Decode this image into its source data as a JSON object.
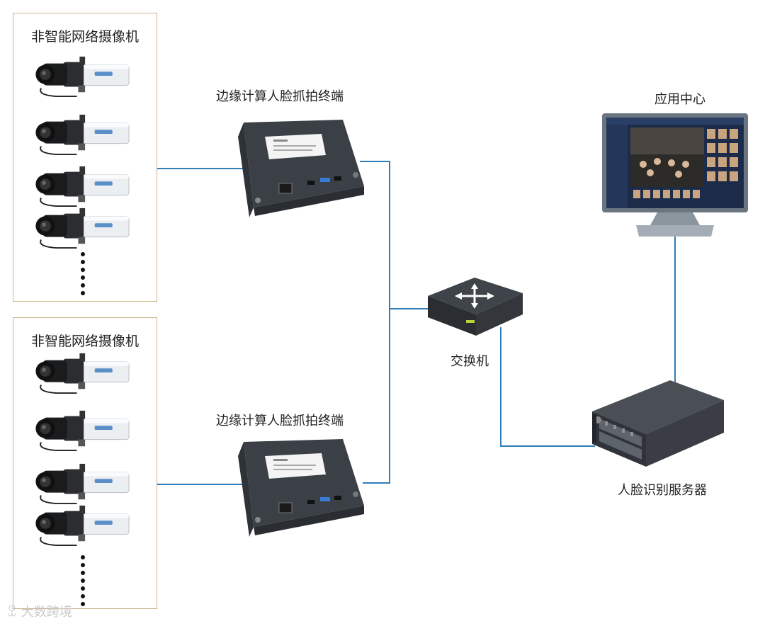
{
  "camera_group_1": {
    "title": "非智能网络摄像机"
  },
  "camera_group_2": {
    "title": "非智能网络摄像机"
  },
  "edge_terminal_1": {
    "label": "边缘计算人脸抓拍终端"
  },
  "edge_terminal_2": {
    "label": "边缘计算人脸抓拍终端"
  },
  "switch": {
    "label": "交换机"
  },
  "app_center": {
    "label": "应用中心"
  },
  "face_server": {
    "label": "人脸识别服务器"
  },
  "watermark": {
    "text": "大数跨境"
  },
  "colors": {
    "wire": "#2f7db8",
    "group_border": "#c9b48c",
    "device_dark": "#3a3f45",
    "monitor_screen": "#1c2b4a"
  }
}
